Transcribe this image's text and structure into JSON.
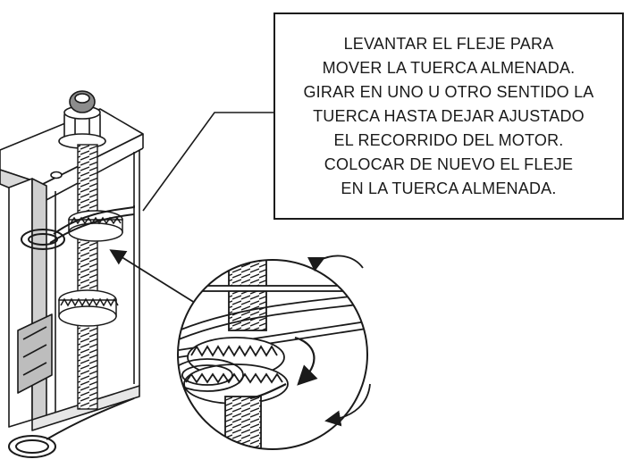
{
  "callout": {
    "lines": [
      "LEVANTAR EL FLEJE PARA",
      "MOVER LA TUERCA ALMENADA.",
      "GIRAR EN UNO U OTRO SENTIDO LA",
      "TUERCA HASTA DEJAR AJUSTADO",
      "EL RECORRIDO DEL MOTOR.",
      "COLOCAR DE NUEVO EL FLEJE",
      "EN LA TUERCA ALMENADA."
    ]
  },
  "colors": {
    "ink": "#1a1a1a",
    "paper": "#ffffff",
    "shade": "#9a9a9a"
  },
  "icons": [
    "leader-line",
    "pointer-arrow",
    "rotation-arrow",
    "castle-nut",
    "threaded-rod",
    "strap-spring"
  ]
}
